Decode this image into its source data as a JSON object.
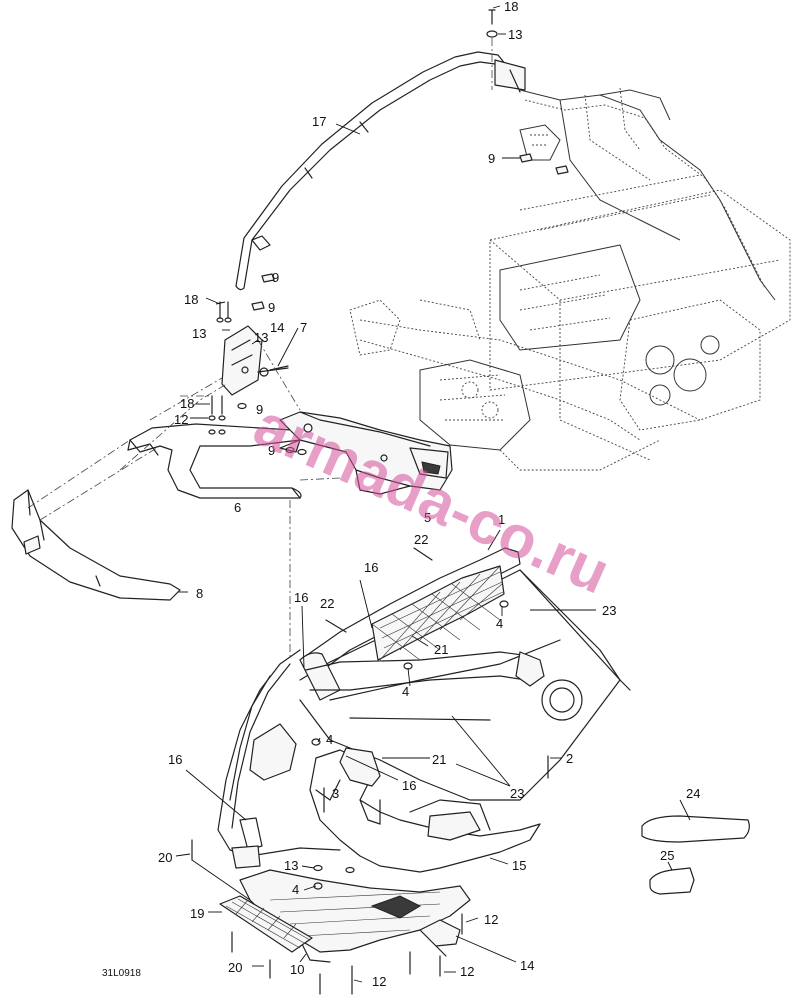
{
  "diagram_code": "31L0918",
  "watermark": "armada-co.ru",
  "callouts": [
    {
      "id": "c18a",
      "label": "18"
    },
    {
      "id": "c13a",
      "label": "13"
    },
    {
      "id": "c17",
      "label": "17"
    },
    {
      "id": "c9a",
      "label": "9"
    },
    {
      "id": "c9b",
      "label": "9"
    },
    {
      "id": "c18b",
      "label": "18"
    },
    {
      "id": "c9c",
      "label": "9"
    },
    {
      "id": "c13b",
      "label": "13"
    },
    {
      "id": "c14a",
      "label": "14"
    },
    {
      "id": "c7",
      "label": "7"
    },
    {
      "id": "c13c",
      "label": "13"
    },
    {
      "id": "c18c",
      "label": "18"
    },
    {
      "id": "c9d",
      "label": "9"
    },
    {
      "id": "c12a",
      "label": "12"
    },
    {
      "id": "c9e",
      "label": "9"
    },
    {
      "id": "c6",
      "label": "6"
    },
    {
      "id": "c8",
      "label": "8"
    },
    {
      "id": "c5",
      "label": "5"
    },
    {
      "id": "c1",
      "label": "1"
    },
    {
      "id": "c22a",
      "label": "22"
    },
    {
      "id": "c16a",
      "label": "16"
    },
    {
      "id": "c16b",
      "label": "16"
    },
    {
      "id": "c22b",
      "label": "22"
    },
    {
      "id": "c23a",
      "label": "23"
    },
    {
      "id": "c4a",
      "label": "4"
    },
    {
      "id": "c21a",
      "label": "21"
    },
    {
      "id": "c4b",
      "label": "4"
    },
    {
      "id": "c4c",
      "label": "4"
    },
    {
      "id": "c21b",
      "label": "21"
    },
    {
      "id": "c2",
      "label": "2"
    },
    {
      "id": "c16c",
      "label": "16"
    },
    {
      "id": "c16d",
      "label": "16"
    },
    {
      "id": "c3",
      "label": "3"
    },
    {
      "id": "c23b",
      "label": "23"
    },
    {
      "id": "c24",
      "label": "24"
    },
    {
      "id": "c25",
      "label": "25"
    },
    {
      "id": "c20a",
      "label": "20"
    },
    {
      "id": "c13d",
      "label": "13"
    },
    {
      "id": "c15",
      "label": "15"
    },
    {
      "id": "c4d",
      "label": "4"
    },
    {
      "id": "c19",
      "label": "19"
    },
    {
      "id": "c12b",
      "label": "12"
    },
    {
      "id": "c20b",
      "label": "20"
    },
    {
      "id": "c10",
      "label": "10"
    },
    {
      "id": "c12c",
      "label": "12"
    },
    {
      "id": "c12d",
      "label": "12"
    },
    {
      "id": "c14b",
      "label": "14"
    }
  ]
}
